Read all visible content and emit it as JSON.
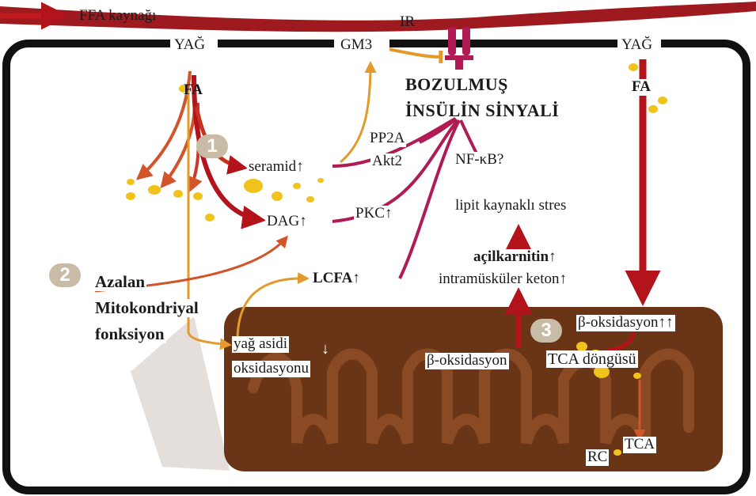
{
  "labels": {
    "ffa_source": "FFA kaynağı",
    "fat_left": "YAĞ",
    "fat_right": "YAĞ",
    "gm3": "GM3",
    "ir": "IR",
    "fa_left": "FA",
    "fa_right": "FA",
    "impaired_line1": "BOZULMUŞ",
    "impaired_line2": "İNSÜLİN SİNYALİ",
    "pp2a": "PP2A",
    "akt2": "Akt2",
    "ceramide": "seramid↑",
    "nfkb": "NF-κB?",
    "dag": "DAG↑",
    "pkc": "PKC↑",
    "lipid_stress": "lipit kaynaklı stres",
    "acylcarnitine": "açilkarnitin↑",
    "intramuscular_ketone": "intramüsküler keton↑",
    "lcfa": "LCFA↑",
    "decreased_line1": "Azalan",
    "decreased_line2": "Mitokondriyal",
    "decreased_line3": "fonksiyon",
    "fatty_acid_line1": "yağ asidi",
    "fatty_acid_arrow": "↓",
    "fatty_acid_line2": "oksidasyonu",
    "beta_ox_mid": "β-oksidasyon",
    "tca_cycle": "TCA döngüsü",
    "beta_ox_right": "β-oksidasyon↑↑",
    "tca": "TCA",
    "rc": "RC"
  },
  "badges": {
    "one": "1",
    "two": "2",
    "three": "3"
  },
  "colors": {
    "dark_red": "#b3141b",
    "magenta": "#b01a55",
    "orange": "#e39a2b",
    "rust": "#d2542a",
    "mitochondrion": "#6a3416",
    "cell_border": "#111111",
    "droplet": "#f0c21c",
    "badge": "#c9bca6"
  }
}
